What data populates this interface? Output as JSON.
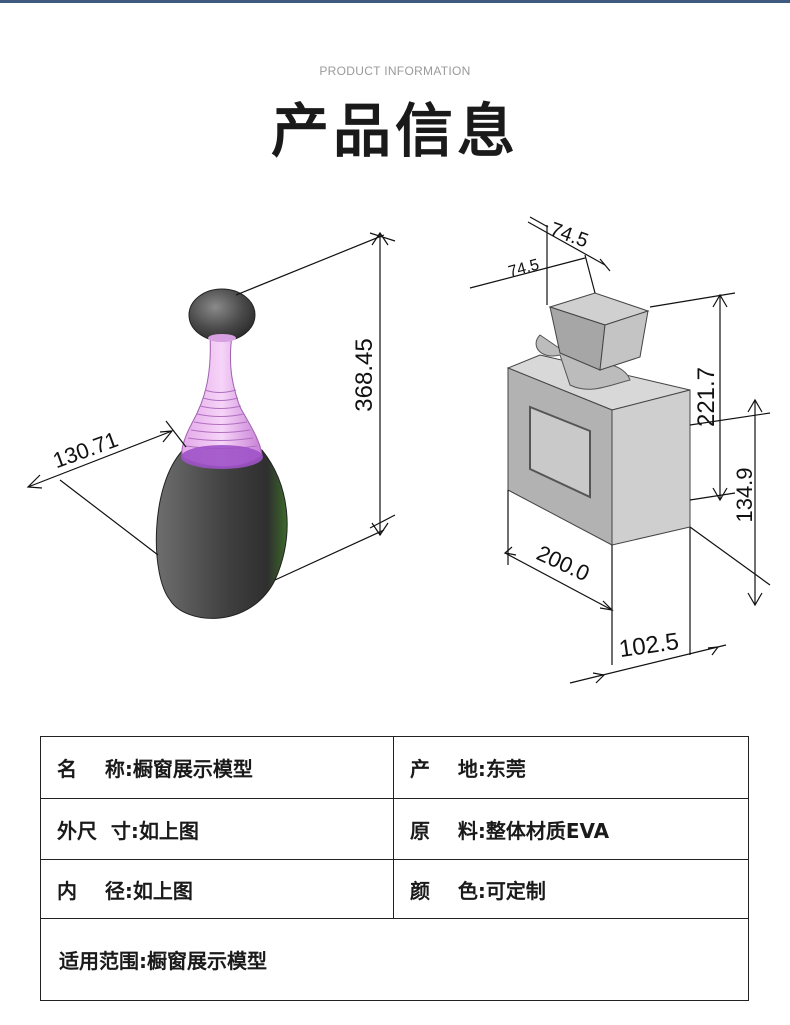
{
  "header": {
    "subtitle": "PRODUCT INFORMATION",
    "title": "产品信息"
  },
  "dimensions": {
    "bottle_width": "130.71",
    "bottle_height": "368.45",
    "cap_width": "74.5",
    "cap_depth": "74.5",
    "box_total_height": "221.7",
    "box_body_height": "134.9",
    "box_width": "200.0",
    "box_depth": "102.5"
  },
  "spec_table": {
    "rows": [
      {
        "left": {
          "label": "名    称:",
          "value": "橱窗展示模型"
        },
        "right": {
          "label": "产    地:",
          "value": "东莞"
        }
      },
      {
        "left": {
          "label": "外尺  寸:",
          "value": "如上图"
        },
        "right": {
          "label": "原    料:",
          "value": "整体材质EVA"
        }
      },
      {
        "left": {
          "label": "内    径:",
          "value": "如上图"
        },
        "right": {
          "label": "颜    色:",
          "value": "可定制"
        }
      }
    ],
    "footer": {
      "label": "适用范围:",
      "value": "橱窗展示模型"
    }
  }
}
